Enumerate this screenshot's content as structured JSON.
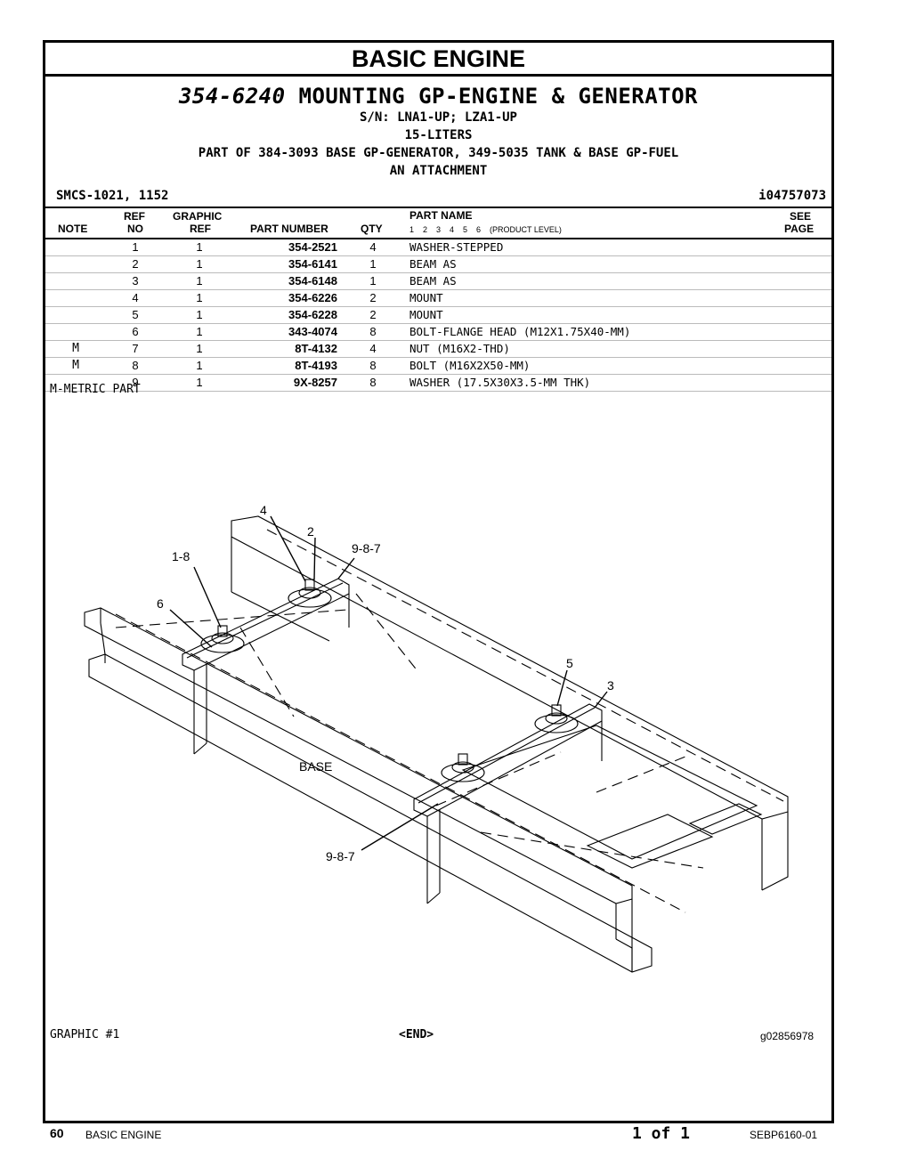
{
  "title": "BASIC ENGINE",
  "header": {
    "part_number": "354-6240",
    "description": "MOUNTING GP-ENGINE & GENERATOR",
    "serial": "S/N: LNA1-UP; LZA1-UP",
    "size": "15-LITERS",
    "part_of": "PART OF 384-3093 BASE GP-GENERATOR, 349-5035 TANK & BASE GP-FUEL",
    "attachment": "AN ATTACHMENT",
    "smcs": "SMCS-1021, 1152",
    "illus_id": "i04757073"
  },
  "columns": {
    "note": "NOTE",
    "ref_top": "REF",
    "ref_bottom": "NO",
    "gref_top": "GRAPHIC",
    "gref_bottom": "REF",
    "part_number": "PART NUMBER",
    "qty": "QTY",
    "part_name": "PART NAME",
    "levels": "1    2    3    4    5    6    (PRODUCT LEVEL)",
    "see_top": "SEE",
    "see_bottom": "PAGE"
  },
  "rows": [
    {
      "note": "",
      "ref": "1",
      "gref": "1",
      "pn": "354-2521",
      "qty": "4",
      "name": "WASHER-STEPPED"
    },
    {
      "note": "",
      "ref": "2",
      "gref": "1",
      "pn": "354-6141",
      "qty": "1",
      "name": "BEAM AS"
    },
    {
      "note": "",
      "ref": "3",
      "gref": "1",
      "pn": "354-6148",
      "qty": "1",
      "name": "BEAM AS"
    },
    {
      "note": "",
      "ref": "4",
      "gref": "1",
      "pn": "354-6226",
      "qty": "2",
      "name": "MOUNT"
    },
    {
      "note": "",
      "ref": "5",
      "gref": "1",
      "pn": "354-6228",
      "qty": "2",
      "name": "MOUNT"
    },
    {
      "note": "",
      "ref": "6",
      "gref": "1",
      "pn": "343-4074",
      "qty": "8",
      "name": "BOLT-FLANGE HEAD (M12X1.75X40-MM)"
    },
    {
      "note": "M",
      "ref": "7",
      "gref": "1",
      "pn": "8T-4132",
      "qty": "4",
      "name": "NUT (M16X2-THD)"
    },
    {
      "note": "M",
      "ref": "8",
      "gref": "1",
      "pn": "8T-4193",
      "qty": "8",
      "name": "BOLT (M16X2X50-MM)"
    },
    {
      "note": "",
      "ref": "9",
      "gref": "1",
      "pn": "9X-8257",
      "qty": "8",
      "name": "WASHER (17.5X30X3.5-MM THK)"
    }
  ],
  "footnote": "M-METRIC PART",
  "graphic": {
    "callouts": [
      "4",
      "2",
      "9-8-7",
      "1-8",
      "6",
      "5",
      "3",
      "BASE",
      "9-8-7"
    ],
    "label": "GRAPHIC #1",
    "end": "<END>",
    "id": "g02856978"
  },
  "page_footer": {
    "page_number": "60",
    "section": "BASIC ENGINE",
    "page_of": "1 of 1",
    "doc_id": "SEBP6160-01"
  }
}
